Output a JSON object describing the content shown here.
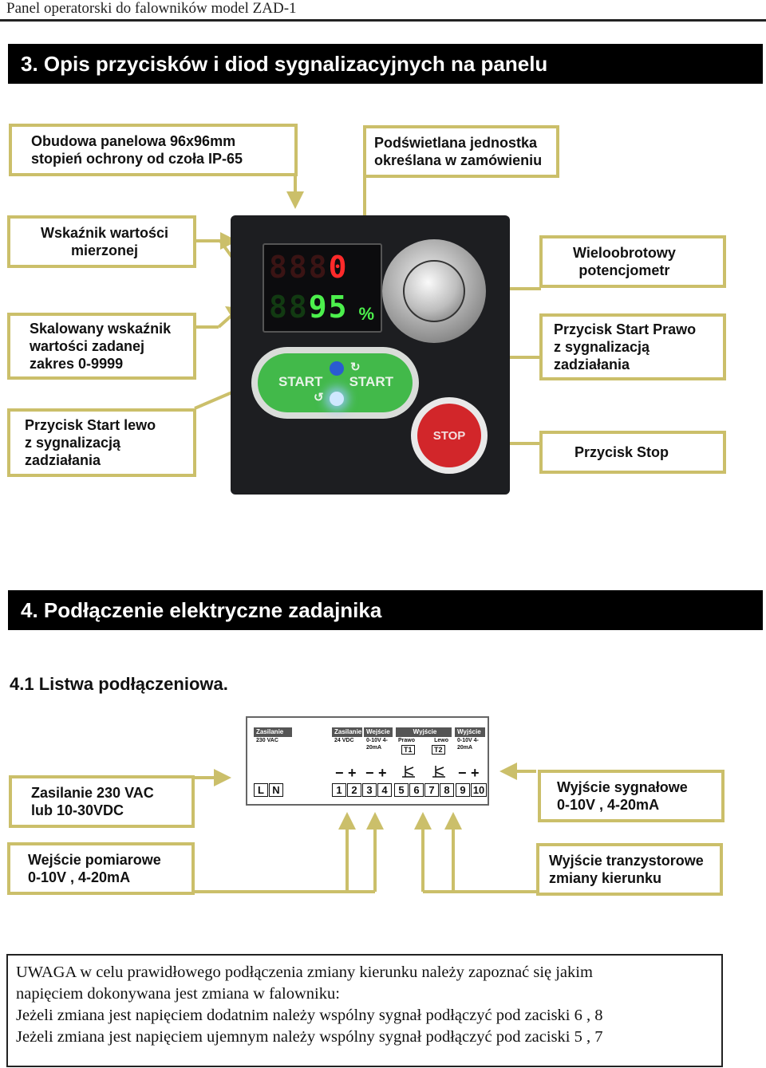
{
  "header": {
    "title": "Panel operatorski do falowników model ZAD-1"
  },
  "section3": {
    "title": "3. Opis przycisków i diod sygnalizacyjnych na panelu"
  },
  "callouts3": {
    "housing": [
      "Obudowa  panelowa 96x96mm",
      "stopień ochrony od czoła  IP-65"
    ],
    "backlit_unit": [
      "Podświetlana jednostka",
      "określana w zamówieniu"
    ],
    "measured_value": [
      "Wskaźnik wartości",
      "mierzonej"
    ],
    "potentiometer": [
      "Wieloobrotowy",
      "potencjometr"
    ],
    "scaled_value": [
      "Skalowany wskaźnik",
      "wartości zadanej",
      "zakres 0-9999"
    ],
    "start_right": [
      "Przycisk Start Prawo",
      "z sygnalizacją",
      "zadziałania"
    ],
    "start_left": [
      "Przycisk Start lewo",
      "z sygnalizacją",
      "zadziałania"
    ],
    "stop": [
      "Przycisk Stop"
    ]
  },
  "device": {
    "top_display": "0",
    "bottom_display": "95",
    "bottom_unit": "%",
    "start_left_label": "START",
    "start_right_label": "START",
    "stop_label": "STOP"
  },
  "section4": {
    "title": "4. Podłączenie elektryczne zadajnika",
    "subtitle": "4.1 Listwa podłączeniowa."
  },
  "strip": {
    "groups": [
      {
        "head": "Zasilanie",
        "sub": "230 VAC"
      },
      {
        "head": "Zasilanie",
        "sub": "24 VDC"
      },
      {
        "head": "Wejście",
        "sub": "0-10V 4-20mA"
      },
      {
        "head": "Wyjście",
        "sub": ""
      },
      {
        "head": "Wyjście",
        "sub": "0-10V 4-20mA"
      }
    ],
    "output_dirs": {
      "right": "Prawo",
      "left": "Lewo"
    },
    "transistors": [
      "T1",
      "T2"
    ],
    "ln": [
      "L",
      "N"
    ],
    "terminals": [
      "1",
      "2",
      "3",
      "4",
      "5",
      "6",
      "7",
      "8",
      "9",
      "10"
    ]
  },
  "callouts4": {
    "supply": [
      "Zasilanie 230 VAC",
      "lub 10-30VDC"
    ],
    "signal_out": [
      "Wyjście sygnałowe",
      "0-10V , 4-20mA"
    ],
    "measure_in": [
      "Wejście pomiarowe",
      "0-10V , 4-20mA"
    ],
    "transistor_out": [
      "Wyjście tranzystorowe",
      "zmiany kierunku"
    ]
  },
  "note": {
    "lines": [
      "UWAGA w celu prawidłowego podłączenia zmiany kierunku należy zapoznać  się jakim",
      "napięciem dokonywana jest zmiana w falowniku:",
      "Jeżeli zmiana jest napięciem dodatnim należy wspólny sygnał podłączyć pod zaciski 6 , 8",
      "Jeżeli zmiana jest napięciem ujemnym należy wspólny sygnał podłączyć pod zaciski 5 , 7"
    ]
  },
  "colors": {
    "callout_border": "#cbbf6a",
    "section_bar": "#000000"
  }
}
